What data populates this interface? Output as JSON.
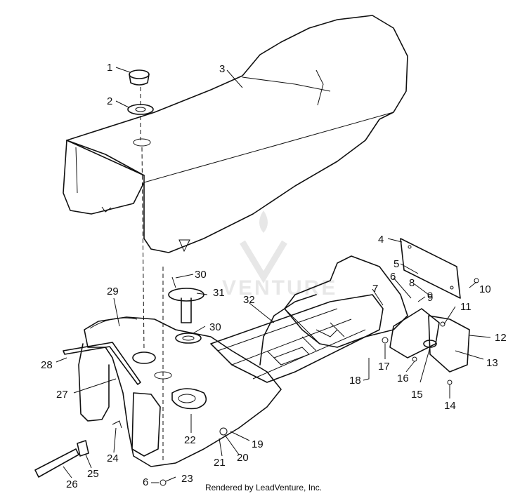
{
  "watermark": "VENTURE",
  "credit": "Rendered by LeadVenture, Inc.",
  "callouts": [
    "1",
    "2",
    "3",
    "4",
    "5",
    "6",
    "7",
    "8",
    "9",
    "10",
    "11",
    "12",
    "13",
    "14",
    "15",
    "16",
    "17",
    "18",
    "19",
    "20",
    "21",
    "22",
    "23",
    "24",
    "25",
    "26",
    "27",
    "28",
    "29",
    "30",
    "30",
    "31",
    "32",
    "6"
  ]
}
